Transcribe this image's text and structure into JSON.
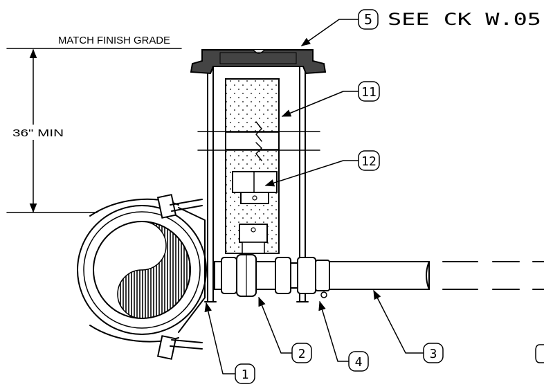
{
  "grade_label": "MATCH FINISH GRADE",
  "depth_label": "36\" MIN",
  "callouts": [
    {
      "number": "5",
      "text": "SEE CK W.05"
    },
    {
      "number": "11",
      "text": ""
    },
    {
      "number": "12",
      "text": ""
    },
    {
      "number": "1",
      "text": ""
    },
    {
      "number": "2",
      "text": ""
    },
    {
      "number": "4",
      "text": ""
    },
    {
      "number": "3",
      "text": ""
    }
  ]
}
